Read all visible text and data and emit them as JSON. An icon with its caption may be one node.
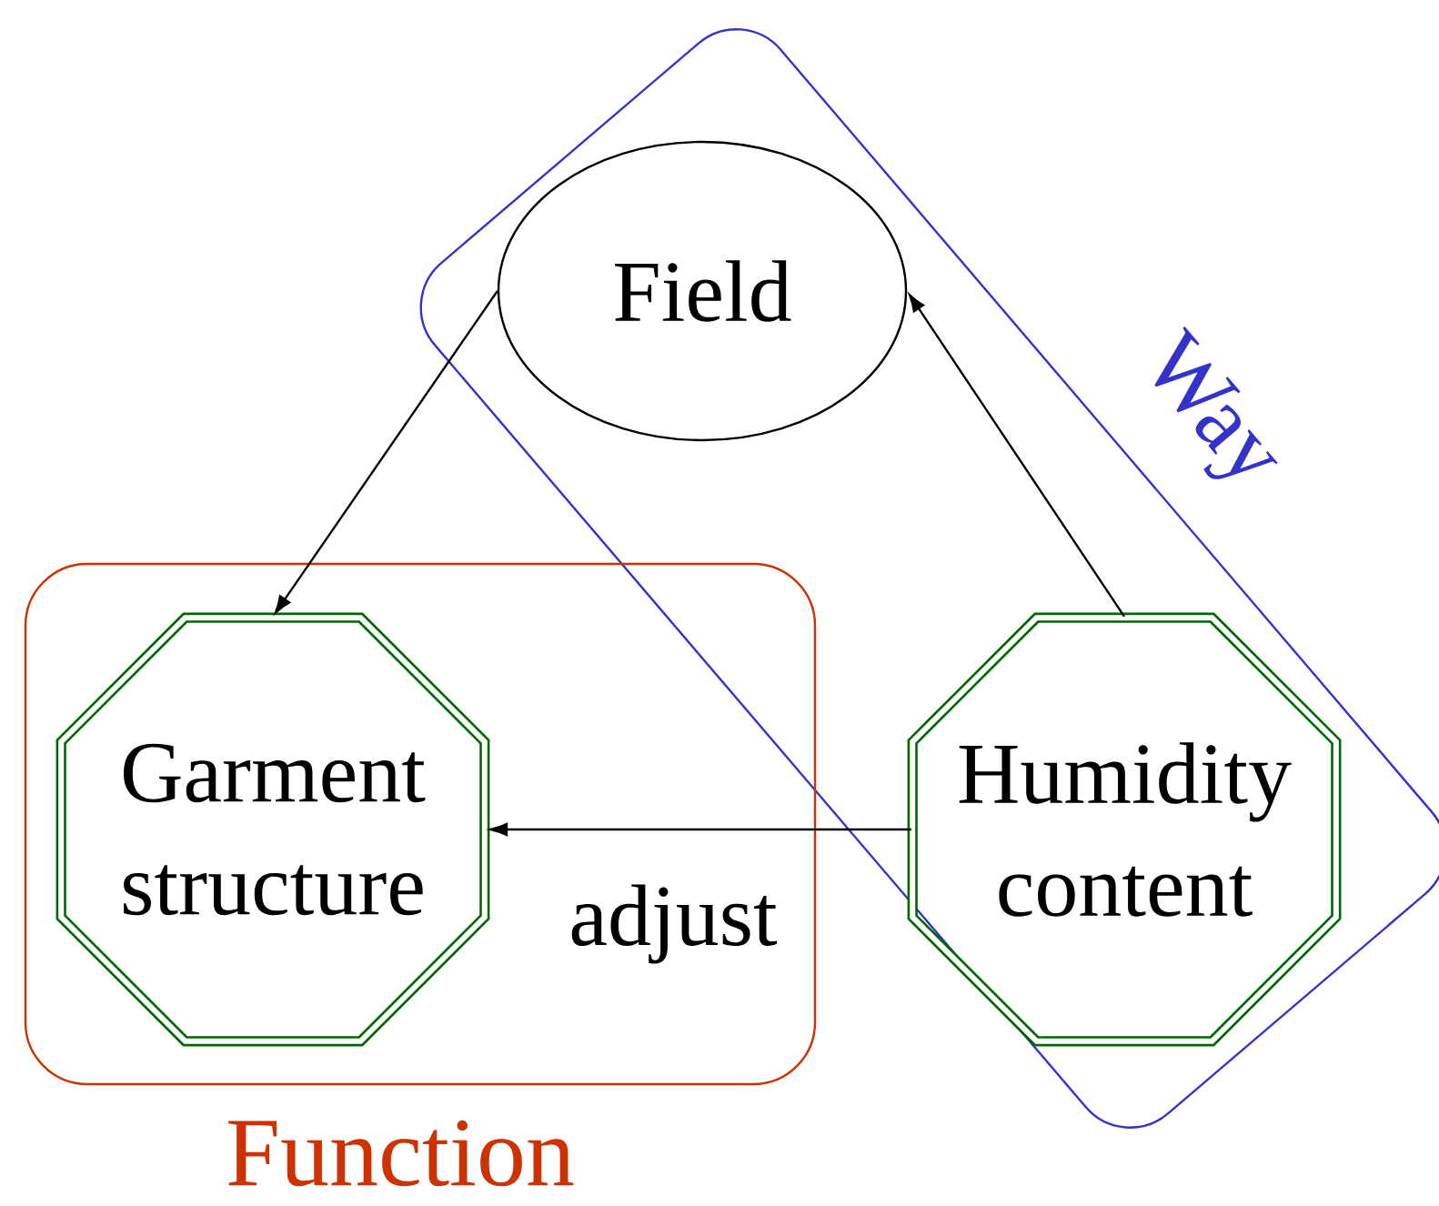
{
  "diagram": {
    "nodes": [
      {
        "text": [
          "Way"
        ]
      },
      {
        "text": [
          "Field"
        ]
      },
      {
        "text": [
          "Function"
        ]
      },
      {
        "text": [
          "Garment structure"
        ],
        "in": 2
      },
      {
        "text": [
          "Humidity content"
        ]
      }
    ],
    "edges": [
      {
        "from": 1,
        "to": 3,
        "arrow": "to"
      },
      {
        "from": 4,
        "to": 1,
        "arrow": "to"
      },
      {
        "from": 4,
        "to": 3,
        "arrow": "to",
        "label": "adjust"
      }
    ]
  }
}
